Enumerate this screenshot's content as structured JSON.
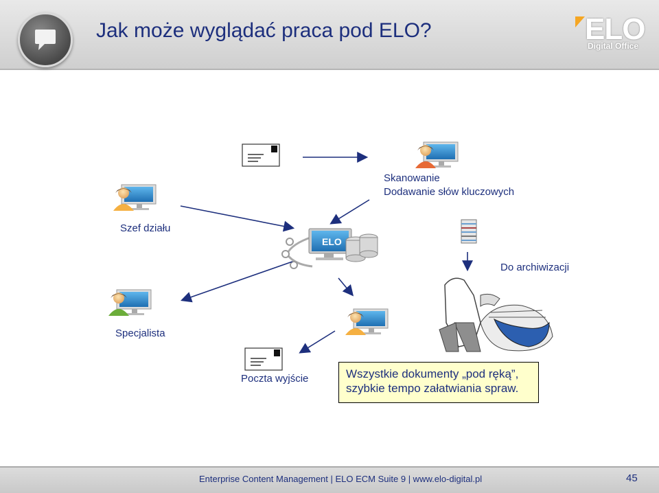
{
  "header": {
    "title": "Jak może wyglądać praca pod ELO?"
  },
  "logo": {
    "name": "ELO",
    "subtitle": "Digital Office",
    "accent": "#f5a623"
  },
  "labels": {
    "scan": "Skanowanie",
    "keywords": "Dodawanie słów kluczowych",
    "manager": "Szef działu",
    "archive": "Do archiwizacji",
    "specialist": "Specjalista",
    "outgoing_mail": "Poczta wyjście",
    "server": "ELO"
  },
  "note": {
    "line1": "Wszystkie dokumenty „pod ręką”,",
    "line2": "szybkie tempo załatwiania spraw."
  },
  "footer": {
    "text": "Enterprise Content Management  |  ELO ECM Suite 9  |  www.elo-digital.pl",
    "page": "45"
  },
  "icons": [
    "chat-bubble-icon",
    "letter-icon",
    "user-computer-icon",
    "server-icon",
    "document-stack-icon",
    "clerk-with-papers-icon"
  ]
}
